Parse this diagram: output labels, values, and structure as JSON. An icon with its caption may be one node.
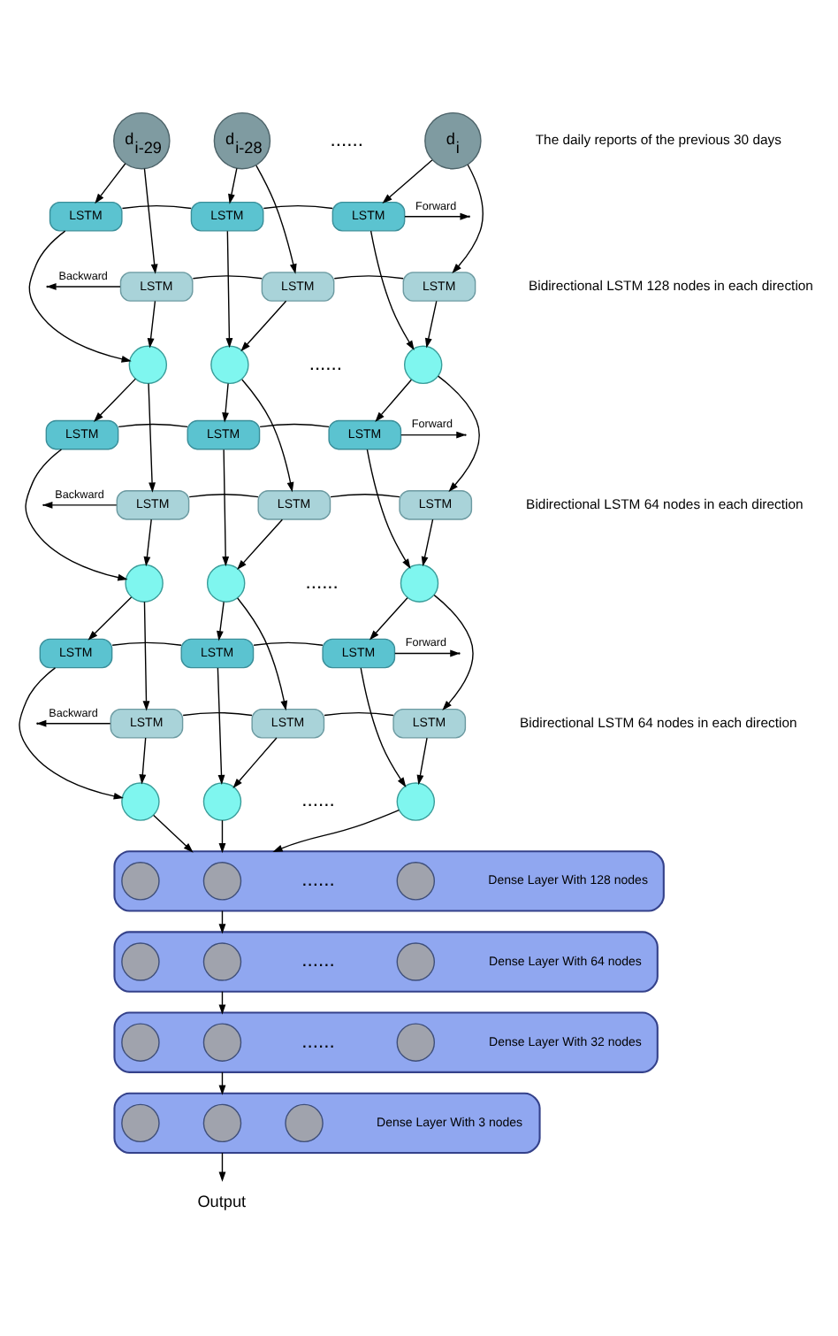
{
  "diagram": {
    "nodes": [
      {
        "text": [
          "d$_{i-29}$"
        ]
      },
      {
        "text": [
          "d$_{i-28}$"
        ]
      },
      {
        "text": [
          "d$_{i}$"
        ]
      },
      {
        "text": [
          "LSTM"
        ]
      },
      {
        "text": [
          "LSTM"
        ]
      },
      {
        "text": [
          "LSTM"
        ]
      },
      {
        "text": [
          "LSTM"
        ]
      },
      {
        "text": [
          "LSTM"
        ]
      },
      {
        "text": [
          "LSTM"
        ]
      },
      {
        "text": [],
        "shape": "circle"
      },
      {
        "text": [],
        "shape": "circle"
      },
      {
        "text": [],
        "shape": "circle"
      },
      {
        "text": [
          "LSTM"
        ]
      },
      {
        "text": [
          "LSTM"
        ]
      },
      {
        "text": [
          "LSTM"
        ]
      },
      {
        "text": [
          "LSTM"
        ]
      },
      {
        "text": [
          "LSTM"
        ]
      },
      {
        "text": [
          "LSTM"
        ]
      },
      {
        "text": [],
        "shape": "circle"
      },
      {
        "text": [],
        "shape": "circle"
      },
      {
        "text": [],
        "shape": "circle"
      },
      {
        "text": [
          "LSTM"
        ]
      },
      {
        "text": [
          "LSTM"
        ]
      },
      {
        "text": [
          "LSTM"
        ]
      },
      {
        "text": [
          "LSTM"
        ]
      },
      {
        "text": [
          "LSTM"
        ]
      },
      {
        "text": [
          "LSTM"
        ]
      },
      {
        "text": [],
        "shape": "circle"
      },
      {
        "text": [],
        "shape": "circle"
      },
      {
        "text": [],
        "shape": "circle"
      },
      {
        "text": [],
        "shape": "box",
        "beside": [
          "Dense Layer With 128 nodes"
        ]
      },
      {
        "text": [],
        "shape": "circle",
        "in": 30
      },
      {
        "text": [],
        "shape": "circle",
        "in": 30
      },
      {
        "text": [],
        "shape": "circle",
        "in": 30
      },
      {
        "text": [],
        "shape": "box",
        "beside": [
          "Dense Layer With 64 nodes"
        ]
      },
      {
        "text": [],
        "shape": "circle",
        "in": 34
      },
      {
        "text": [],
        "shape": "circle",
        "in": 34
      },
      {
        "text": [],
        "shape": "circle",
        "in": 34
      },
      {
        "text": [],
        "shape": "box",
        "beside": [
          "Dense Layer With 32 nodes"
        ]
      },
      {
        "text": [],
        "shape": "circle",
        "in": 38
      },
      {
        "text": [],
        "shape": "circle",
        "in": 38
      },
      {
        "text": [],
        "shape": "circle",
        "in": 38
      },
      {
        "text": [],
        "shape": "box",
        "beside": [
          "Dense Layer With 3 nodes"
        ]
      },
      {
        "text": [],
        "shape": "circle",
        "in": 42
      },
      {
        "text": [],
        "shape": "circle",
        "in": 42
      },
      {
        "text": [],
        "shape": "circle",
        "in": 42
      },
      {
        "text": [
          "Output"
        ]
      }
    ],
    "edges": [
      {
        "from": 0,
        "to": 3,
        "arrow": "to"
      },
      {
        "from": 0,
        "to": 6,
        "arrow": "to"
      },
      {
        "from": 1,
        "to": 4,
        "arrow": "to"
      },
      {
        "from": 1,
        "to": 7,
        "arrow": "to"
      },
      {
        "from": 2,
        "to": 5,
        "arrow": "to"
      },
      {
        "from": 2,
        "to": 8,
        "arrow": "to"
      },
      {
        "from": 3,
        "to": 4,
        "arrow": "none"
      },
      {
        "from": 4,
        "to": 5,
        "arrow": "none"
      },
      {
        "from": 5,
        "to": null,
        "arrow": "to",
        "label": "Forward"
      },
      {
        "from": 8,
        "to": 7,
        "arrow": "none"
      },
      {
        "from": 7,
        "to": 6,
        "arrow": "none"
      },
      {
        "from": 6,
        "to": null,
        "arrow": "to",
        "label": "Backward"
      },
      {
        "from": 3,
        "to": 9,
        "arrow": "to"
      },
      {
        "from": 6,
        "to": 9,
        "arrow": "to"
      },
      {
        "from": 4,
        "to": 10,
        "arrow": "to"
      },
      {
        "from": 7,
        "to": 10,
        "arrow": "to"
      },
      {
        "from": 5,
        "to": 11,
        "arrow": "to"
      },
      {
        "from": 8,
        "to": 11,
        "arrow": "to"
      },
      {
        "from": 9,
        "to": 12,
        "arrow": "to"
      },
      {
        "from": 9,
        "to": 15,
        "arrow": "to"
      },
      {
        "from": 10,
        "to": 13,
        "arrow": "to"
      },
      {
        "from": 10,
        "to": 16,
        "arrow": "to"
      },
      {
        "from": 11,
        "to": 14,
        "arrow": "to"
      },
      {
        "from": 11,
        "to": 17,
        "arrow": "to"
      },
      {
        "from": 12,
        "to": 13,
        "arrow": "none"
      },
      {
        "from": 13,
        "to": 14,
        "arrow": "none"
      },
      {
        "from": 14,
        "to": null,
        "arrow": "to",
        "label": "Forward"
      },
      {
        "from": 17,
        "to": 16,
        "arrow": "none"
      },
      {
        "from": 16,
        "to": 15,
        "arrow": "none"
      },
      {
        "from": 15,
        "to": null,
        "arrow": "to",
        "label": "Backward"
      },
      {
        "from": 12,
        "to": 18,
        "arrow": "to"
      },
      {
        "from": 15,
        "to": 18,
        "arrow": "to"
      },
      {
        "from": 13,
        "to": 19,
        "arrow": "to"
      },
      {
        "from": 16,
        "to": 19,
        "arrow": "to"
      },
      {
        "from": 14,
        "to": 20,
        "arrow": "to"
      },
      {
        "from": 17,
        "to": 20,
        "arrow": "to"
      },
      {
        "from": 18,
        "to": 21,
        "arrow": "to"
      },
      {
        "from": 18,
        "to": 24,
        "arrow": "to"
      },
      {
        "from": 19,
        "to": 22,
        "arrow": "to"
      },
      {
        "from": 19,
        "to": 25,
        "arrow": "to"
      },
      {
        "from": 20,
        "to": 23,
        "arrow": "to"
      },
      {
        "from": 20,
        "to": 26,
        "arrow": "to"
      },
      {
        "from": 21,
        "to": 22,
        "arrow": "none"
      },
      {
        "from": 22,
        "to": 23,
        "arrow": "none"
      },
      {
        "from": 23,
        "to": null,
        "arrow": "to",
        "label": "Forward"
      },
      {
        "from": 26,
        "to": 25,
        "arrow": "none"
      },
      {
        "from": 25,
        "to": 24,
        "arrow": "none"
      },
      {
        "from": 24,
        "to": null,
        "arrow": "to",
        "label": "Backward"
      },
      {
        "from": 21,
        "to": 27,
        "arrow": "to"
      },
      {
        "from": 24,
        "to": 27,
        "arrow": "to"
      },
      {
        "from": 22,
        "to": 28,
        "arrow": "to"
      },
      {
        "from": 25,
        "to": 28,
        "arrow": "to"
      },
      {
        "from": 23,
        "to": 29,
        "arrow": "to"
      },
      {
        "from": 26,
        "to": 29,
        "arrow": "to"
      },
      {
        "from": 27,
        "to": 30,
        "arrow": "to"
      },
      {
        "from": 28,
        "to": 30,
        "arrow": "to"
      },
      {
        "from": 29,
        "to": 30,
        "arrow": "to"
      },
      {
        "from": 30,
        "to": 34,
        "arrow": "to"
      },
      {
        "from": 34,
        "to": 38,
        "arrow": "to"
      },
      {
        "from": 38,
        "to": 42,
        "arrow": "to"
      },
      {
        "from": 42,
        "to": 46,
        "arrow": "to"
      }
    ],
    "labels": [
      "......",
      "The daily reports of the previous 30 days",
      "Bidirectional LSTM 128 nodes in each direction",
      "......",
      "Bidirectional LSTM 64 nodes in each direction",
      "......",
      "Bidirectional LSTM 64 nodes in each direction",
      "......",
      "......",
      "......",
      "......"
    ]
  }
}
